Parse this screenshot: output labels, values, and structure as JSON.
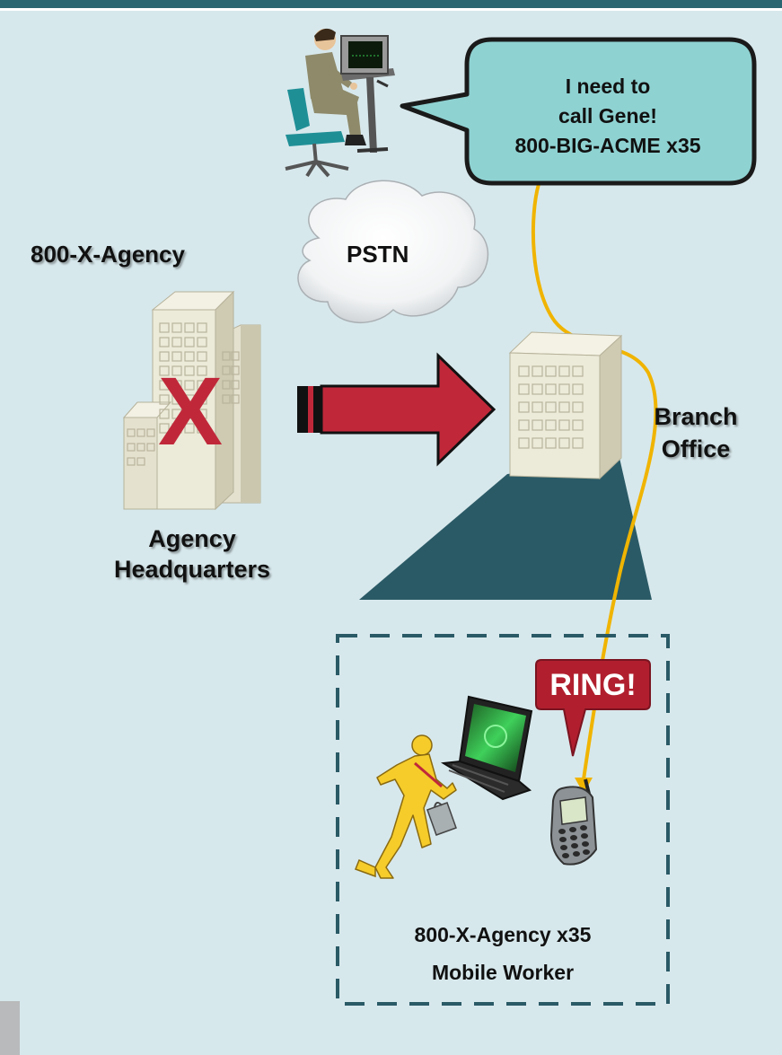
{
  "diagram": {
    "speech_bubble": {
      "lines": [
        "I need to",
        "call Gene!",
        "800-BIG-ACME x35"
      ]
    },
    "agency_number": "800-X-Agency",
    "cloud_label": "PSTN",
    "headquarters": {
      "mark": "X",
      "label_line1": "Agency",
      "label_line2": "Headquarters"
    },
    "branch": {
      "label_line1": "Branch",
      "label_line2": "Office"
    },
    "ring_label": "RING!",
    "mobile": {
      "number": "800-X-Agency x35",
      "role": "Mobile Worker"
    }
  },
  "colors": {
    "background": "#d7e8ec",
    "header_bar": "#2a6672",
    "bubble_fill": "#8fd2d2",
    "arrow": "#c0283a",
    "call_path": "#f0b400",
    "coverage": "#2a5a66",
    "ring_bubble": "#b11f2e",
    "mobile_worker": "#f5cc2a"
  }
}
